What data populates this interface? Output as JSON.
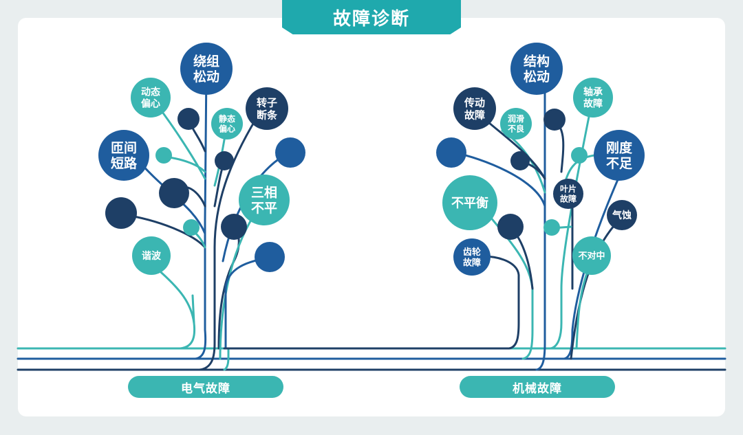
{
  "title": "故障诊断",
  "branches": [
    {
      "label": "电气故障",
      "nodes": [
        {
          "lines": [
            "绕组",
            "松动"
          ],
          "color": "#1f5d9e"
        },
        {
          "lines": [
            "动态",
            "偏心"
          ],
          "color": "#3bb6b2"
        },
        {
          "lines": [
            "转子",
            "断条"
          ],
          "color": "#1e3f66"
        },
        {
          "lines": [
            "静态",
            "偏心"
          ],
          "color": "#3bb6b2"
        },
        {
          "lines": [
            "匝间",
            "短路"
          ],
          "color": "#1f5d9e"
        },
        {
          "lines": [
            "三相",
            "不平"
          ],
          "color": "#3bb6b2"
        },
        {
          "lines": [
            "谐波"
          ],
          "color": "#3bb6b2"
        }
      ]
    },
    {
      "label": "机械故障",
      "nodes": [
        {
          "lines": [
            "结构",
            "松动"
          ],
          "color": "#1f5d9e"
        },
        {
          "lines": [
            "传动",
            "故障"
          ],
          "color": "#1e3f66"
        },
        {
          "lines": [
            "润滑",
            "不良"
          ],
          "color": "#3bb6b2"
        },
        {
          "lines": [
            "轴承",
            "故障"
          ],
          "color": "#3bb6b2"
        },
        {
          "lines": [
            "刚度",
            "不足"
          ],
          "color": "#1f5d9e"
        },
        {
          "lines": [
            "不平衡"
          ],
          "color": "#3bb6b2"
        },
        {
          "lines": [
            "叶片",
            "故障"
          ],
          "color": "#1e3f66"
        },
        {
          "lines": [
            "气蚀"
          ],
          "color": "#1e3f66"
        },
        {
          "lines": [
            "齿轮",
            "故障"
          ],
          "color": "#1f5d9e"
        },
        {
          "lines": [
            "不对中"
          ],
          "color": "#3bb6b2"
        }
      ]
    }
  ],
  "palette": {
    "teal": "#3bb6b2",
    "blue": "#1f5d9e",
    "navy": "#1e3f66"
  }
}
